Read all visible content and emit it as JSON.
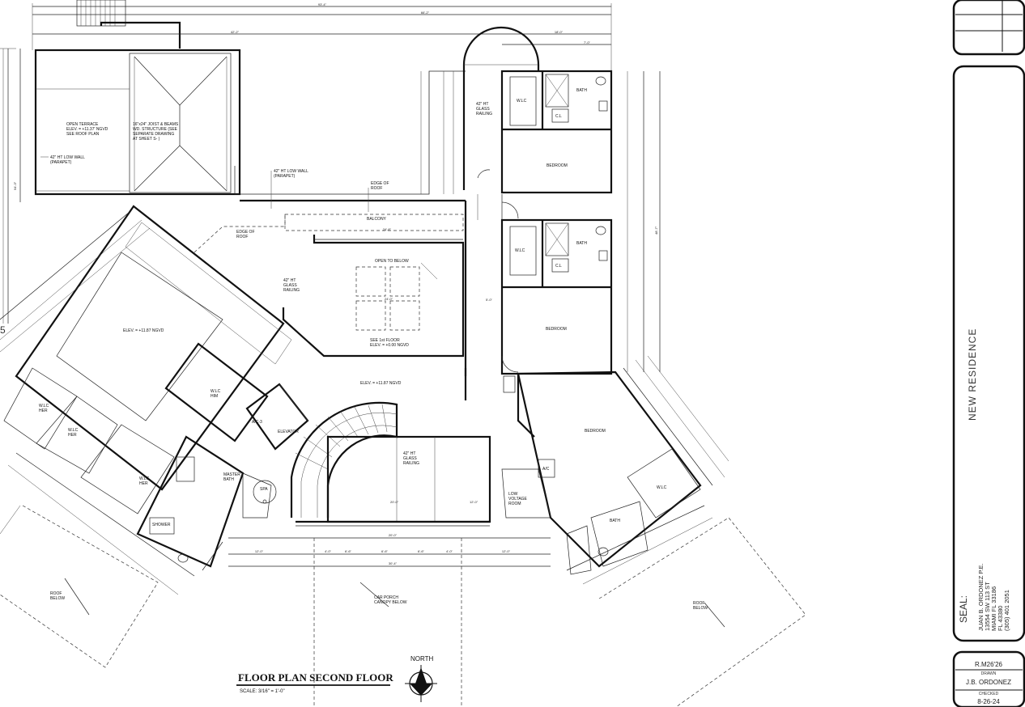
{
  "drawing": {
    "title": "FLOOR PLAN SECOND FLOOR",
    "scale": "SCALE: 3/16\" = 1'-0\"",
    "north_label": "NORTH"
  },
  "rooms": {
    "open_terrace": [
      "OPEN TERRACE",
      "ELEV. = +11.37' NGVD",
      "SEE ROOF PLAN"
    ],
    "joist_note": [
      "16\"x24\" JOIST & BEAMS",
      "WD. STRUCTURE (SEE",
      "SEPARATE DRAWING",
      "AT SHEET S-     )"
    ],
    "parapet_left": [
      "42\" HT LOW WALL",
      "(PARAPET)"
    ],
    "parapet_mid": [
      "42\" HT LOW WALL",
      "(PARAPET)"
    ],
    "edge_of_roof_top": [
      "EDGE OF",
      "ROOF"
    ],
    "edge_of_roof_left": [
      "EDGE OF",
      "ROOF"
    ],
    "balcony": "BALCONY",
    "open_to_below": "OPEN TO BELOW",
    "glass_railing_a": [
      "42\" HT",
      "GLASS",
      "RAILING"
    ],
    "glass_railing_b": [
      "42\" HT",
      "GLASS",
      "RAILING"
    ],
    "glass_railing_c": [
      "42\" HT",
      "GLASS",
      "RAILING"
    ],
    "see_first_floor": [
      "SEE 1st FLOOR",
      "ELEV. = +0.00 NGVD"
    ],
    "elev_hall": "ELEV. = +11.87 NGVD",
    "elev_master": "ELEV. = +11.87 NGVD",
    "wlc": "W.LC",
    "bath": "BATH",
    "cl": "C.L",
    "bedroom": "BEDROOM",
    "wlc_him": [
      "W.LC",
      "HIM"
    ],
    "wlc_her1": [
      "W.LC",
      "HER"
    ],
    "wlc_her2": [
      "W.LC",
      "HER"
    ],
    "wlc_her3": [
      "W.LC",
      "HER"
    ],
    "master_bath": [
      "MASTER",
      "BATH"
    ],
    "spa": "SPA",
    "shower": "SHOWER",
    "ac3": "A/C-3",
    "elevator": "ELEVATOR",
    "ac": "A/C",
    "low_voltage": [
      "LOW",
      "VOLTAGE",
      "ROOM"
    ],
    "car_porch": [
      "CAR PORCH",
      "CANOPY BELOW"
    ],
    "roof_below_left": [
      "ROOF",
      "BELOW"
    ],
    "roof_below_right": [
      "ROOF",
      "BELOW"
    ]
  },
  "dimensions": {
    "top_overall": "93'-4\"",
    "top_second": "66'-2\"",
    "top_third": "42'-2\"",
    "top_right": "18'-0\"",
    "top_small": "7'-0\"",
    "left_vertical": "94'-3\"",
    "right_vertical": "48'-7\"",
    "porch_overall": "30'-4\"",
    "porch_inner": "20'-0\"",
    "porch_a": "6'-6\"",
    "porch_b": "4'-0\"",
    "porch_c": "12'-0\"",
    "open_width": "24'-8\"",
    "open_inner": "24'-0\"",
    "common": "5'-0\"",
    "small": "1'-6\""
  },
  "title_block": {
    "project": "NEW RESIDENCE",
    "seal_label": "SEAL:",
    "engineer_lines": [
      "JUAN B. ORDONEZ P.E.",
      "13554 SW 113 ST",
      "MIAMI FL 33186",
      "FL 43380",
      "(305) 401 2051"
    ],
    "sheet_code": "R.M26'26",
    "drawn_label": "DRAWN",
    "drawn_by": "J.B. ORDONEZ",
    "checked_label": "CHECKED",
    "date": "8-26-24"
  },
  "colors": {
    "ink": "#111111",
    "paper": "#ffffff"
  }
}
